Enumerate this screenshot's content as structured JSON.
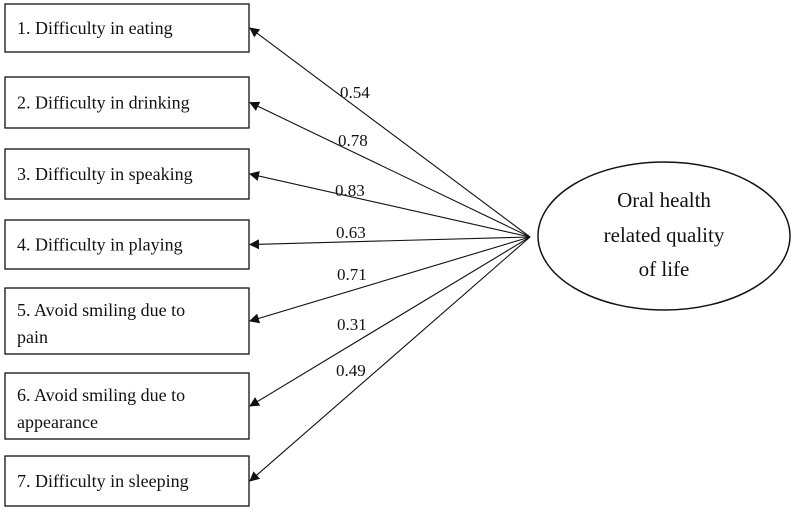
{
  "latent": {
    "lines": [
      "Oral health",
      "related quality",
      "of life"
    ]
  },
  "items": [
    {
      "lines": [
        "1. Difficulty in eating"
      ],
      "loading": "0.54"
    },
    {
      "lines": [
        "2. Difficulty in drinking"
      ],
      "loading": "0.78"
    },
    {
      "lines": [
        "3. Difficulty in speaking"
      ],
      "loading": "0.83"
    },
    {
      "lines": [
        "4. Difficulty in playing"
      ],
      "loading": "0.63"
    },
    {
      "lines": [
        "5. Avoid smiling due to",
        "pain"
      ],
      "loading": "0.71"
    },
    {
      "lines": [
        "6. Avoid smiling due to",
        "appearance"
      ],
      "loading": "0.31"
    },
    {
      "lines": [
        "7. Difficulty in sleeping"
      ],
      "loading": "0.49"
    }
  ]
}
